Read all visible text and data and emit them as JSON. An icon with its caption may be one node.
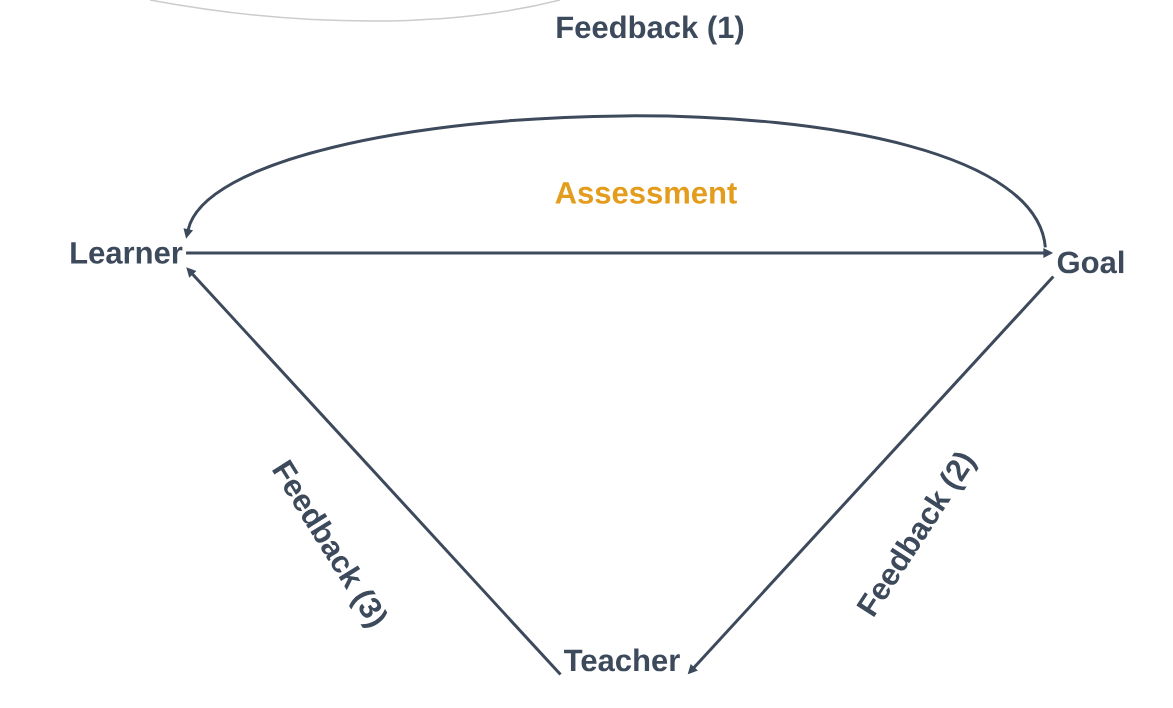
{
  "diagram": {
    "nodes": [
      {
        "text": [
          "Learner"
        ]
      },
      {
        "text": [
          "Goal"
        ]
      },
      {
        "text": [
          "Teacher"
        ]
      }
    ],
    "edges": [
      {
        "from": 0,
        "to": 1,
        "arrow": "to",
        "label": "Assessment"
      },
      {
        "from": 1,
        "to": 0,
        "arrow": "to",
        "label": "Feedback (1)"
      },
      {
        "from": 1,
        "to": 2,
        "arrow": "to",
        "label": "Feedback (2)"
      },
      {
        "from": 2,
        "to": 0,
        "arrow": "to",
        "label": "Feedback (3)"
      }
    ]
  }
}
